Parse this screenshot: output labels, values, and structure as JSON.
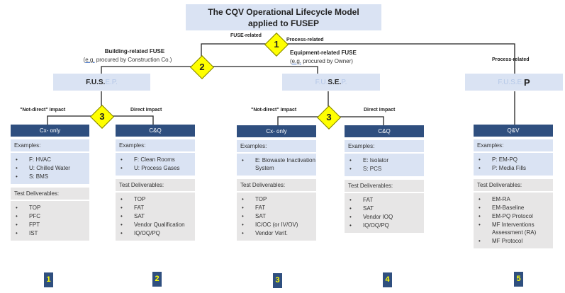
{
  "title": {
    "line1": "The CQV Operational Lifecycle Model",
    "line2": "applied to FUSEP"
  },
  "decision_points": [
    {
      "number": "1",
      "left_label": "FUSE-related",
      "right_label": "Process-related"
    },
    {
      "number": "2",
      "left_label": "Building-related FUSE",
      "right_label": "Equipment-related FUSE"
    },
    {
      "number": "3",
      "left_label": "\"Not-direct\" Impact",
      "right_label": "Direct Impact"
    },
    {
      "number": "3",
      "left_label": "\"Not-direct\" Impact",
      "right_label": "Direct Impact"
    }
  ],
  "groups": {
    "building": {
      "heading": "Building-related FUSE",
      "eg_prefix": "e.g.",
      "eg_text": " procured by Construction Co.)",
      "open_paren": "(",
      "fuse_bold": "F.U.S.",
      "fuse_dim": "E.P."
    },
    "equipment": {
      "heading": "Equipment-related FUSE",
      "eg_prefix": "e.g.",
      "eg_text": " procured by Owner)",
      "open_paren": "(",
      "fuse_dim_pre": "F.U.",
      "fuse_bold": "S.E.",
      "fuse_dim_post": "P."
    },
    "process": {
      "heading": "Process-related",
      "fuse_dim": "F.U.S.E.",
      "fuse_bold": "P"
    }
  },
  "columns": [
    {
      "id": "1",
      "header": "Cx- only",
      "examples_label": "Examples:",
      "examples": [
        "F: HVAC",
        "U: Chilled Water",
        "S: BMS"
      ],
      "deliverables_label": "Test Deliverables:",
      "deliverables": [
        "TOP",
        "PFC",
        "FPT",
        "IST"
      ]
    },
    {
      "id": "2",
      "header": "C&Q",
      "examples_label": "Examples:",
      "examples": [
        "F: Clean Rooms",
        "U: Process Gases"
      ],
      "deliverables_label": "Test Deliverables:",
      "deliverables": [
        "TOP",
        "FAT",
        "SAT",
        "Vendor Qualification",
        "IQ/OQ/PQ"
      ]
    },
    {
      "id": "3",
      "header": "Cx- only",
      "examples_label": "Examples:",
      "examples": [
        "E: Biowaste Inactivation System"
      ],
      "deliverables_label": "Test Deliverables:",
      "deliverables": [
        "TOP",
        "FAT",
        "SAT",
        "IC/OC (or IV/OV)",
        "Vendor Verif."
      ]
    },
    {
      "id": "4",
      "header": "C&Q",
      "examples_label": "Examples:",
      "examples": [
        "E: Isolator",
        "S: PCS"
      ],
      "deliverables_label": "Test Deliverables:",
      "deliverables": [
        "FAT",
        "SAT",
        "Vendor IOQ",
        "IQ/OQ/PQ"
      ]
    },
    {
      "id": "5",
      "header": "Q&V",
      "examples_label": "Examples:",
      "examples": [
        "P: EM-PQ",
        "P: Media Fills"
      ],
      "deliverables_label": "Test Deliverables:",
      "deliverables": [
        "EM-RA",
        "EM-Baseline",
        "EM-PQ Protocol",
        "MF Interventions Assessment (RA)",
        "MF Protocol"
      ]
    }
  ],
  "colors": {
    "header_navy": "#2f4f7f",
    "light_blue": "#dae3f3",
    "light_gray": "#e7e6e6",
    "diamond_yellow": "#ffff00"
  }
}
